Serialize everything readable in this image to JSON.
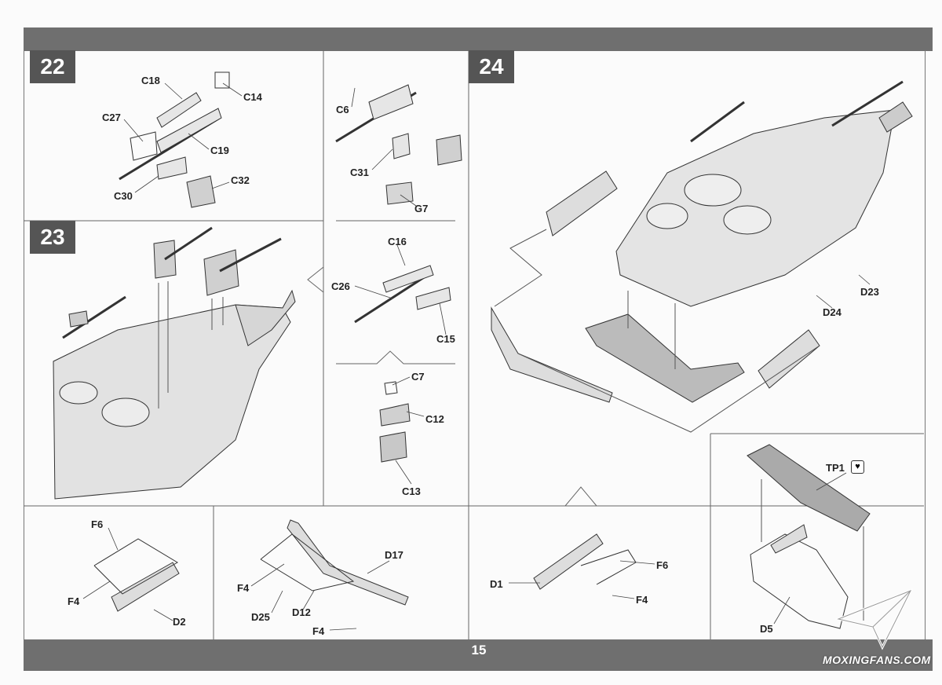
{
  "page_number": "15",
  "watermark": "MOXINGFANS.COM",
  "steps": [
    {
      "number": "22"
    },
    {
      "number": "23"
    },
    {
      "number": "24"
    }
  ],
  "parts": {
    "C18": "C18",
    "C14": "C14",
    "C27": "C27",
    "C19": "C19",
    "C30": "C30",
    "C32": "C32",
    "C6": "C6",
    "C31": "C31",
    "G7": "G7",
    "C16": "C16",
    "C26": "C26",
    "C15": "C15",
    "C7": "C7",
    "C12": "C12",
    "C13": "C13",
    "D23": "D23",
    "D24": "D24",
    "TP1": "TP1",
    "D5": "D5",
    "F6a": "F6",
    "F4a": "F4",
    "D2": "D2",
    "F4b": "F4",
    "D17": "D17",
    "D25": "D25",
    "D12": "D12",
    "F4c": "F4",
    "D1": "D1",
    "F6b": "F6",
    "F4d": "F4"
  },
  "icons": {
    "tp_icon": "glue-icon"
  }
}
